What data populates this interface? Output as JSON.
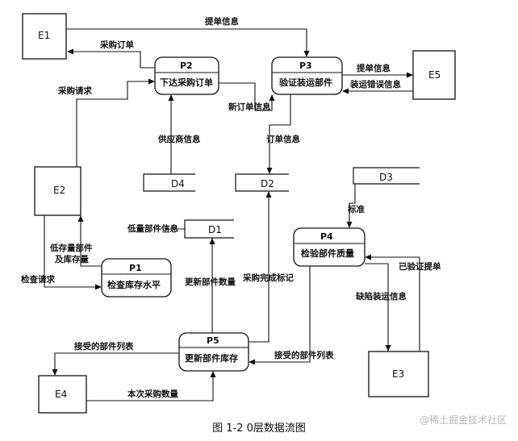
{
  "entities": {
    "e1": "E1",
    "e2": "E2",
    "e3": "E3",
    "e4": "E4",
    "e5": "E5"
  },
  "processes": {
    "p1": {
      "id": "P1",
      "name": "检查库存水平"
    },
    "p2": {
      "id": "P2",
      "name": "下达采购订单"
    },
    "p3": {
      "id": "P3",
      "name": "验证装运部件"
    },
    "p4": {
      "id": "P4",
      "name": "检验部件质量"
    },
    "p5": {
      "id": "P5",
      "name": "更新部件库存"
    }
  },
  "stores": {
    "d1": "D1",
    "d2": "D2",
    "d3": "D3",
    "d4": "D4"
  },
  "flows": {
    "tidan_top": "提单信息",
    "caigou_dingdan": "采购订单",
    "caigou_qingqiu": "采购请求",
    "tidan_e5": "提单信息",
    "zhuangyun_cuowu": "装运错误信息",
    "xin_dingdan": "新订单信息",
    "gongyingshang": "供应商信息",
    "dingdan": "订单信息",
    "biaozhun": "标准",
    "dikucun_d1": "低量部件信息",
    "dikucun_line1": "低存量部件",
    "dikucun_line2": "及库存量",
    "jiancha_qingqiu": "检查请求",
    "gengxin_shuliang": "更新部件数量",
    "caigou_wancheng": "采购完成标记",
    "yiyanzheng_tidan": "已验证提单",
    "quexian": "缺陷装运信息",
    "jieshou_left": "接受的部件列表",
    "jieshou_right": "接受的部件列表",
    "benci_shuliang": "本次采购数量"
  },
  "caption": "图 1-2 0层数据流图",
  "watermark": "@稀土掘金技术社区"
}
